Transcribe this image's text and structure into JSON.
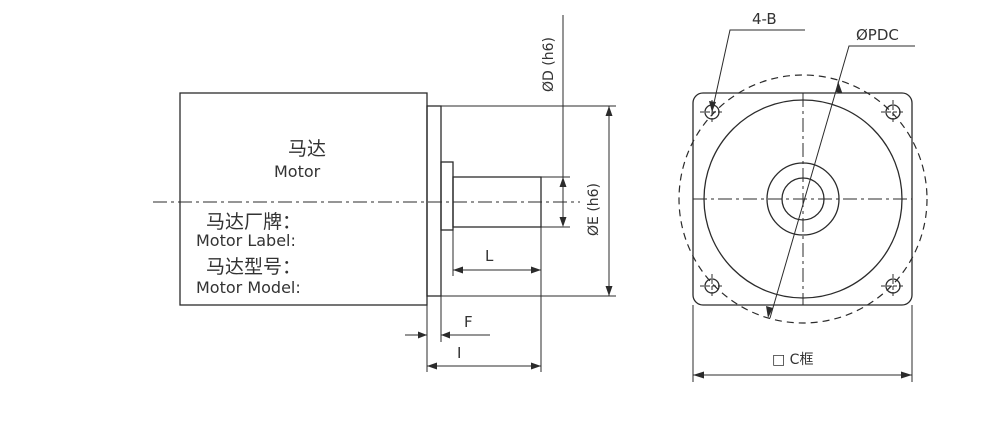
{
  "side_view": {
    "motor_cn": "马达",
    "motor_en": "Motor",
    "label_cn": "马达厂牌：",
    "label_en": "Motor Label:",
    "model_cn": "马达型号：",
    "model_en": "Motor Model:",
    "dim_D": "ØD (h6)",
    "dim_E": "ØE (h6)",
    "dim_L": "L",
    "dim_F": "F",
    "dim_I": "I"
  },
  "front_view": {
    "dim_holes": "4-B",
    "dim_pdc": "ØPDC",
    "dim_frame": "□ C框"
  }
}
